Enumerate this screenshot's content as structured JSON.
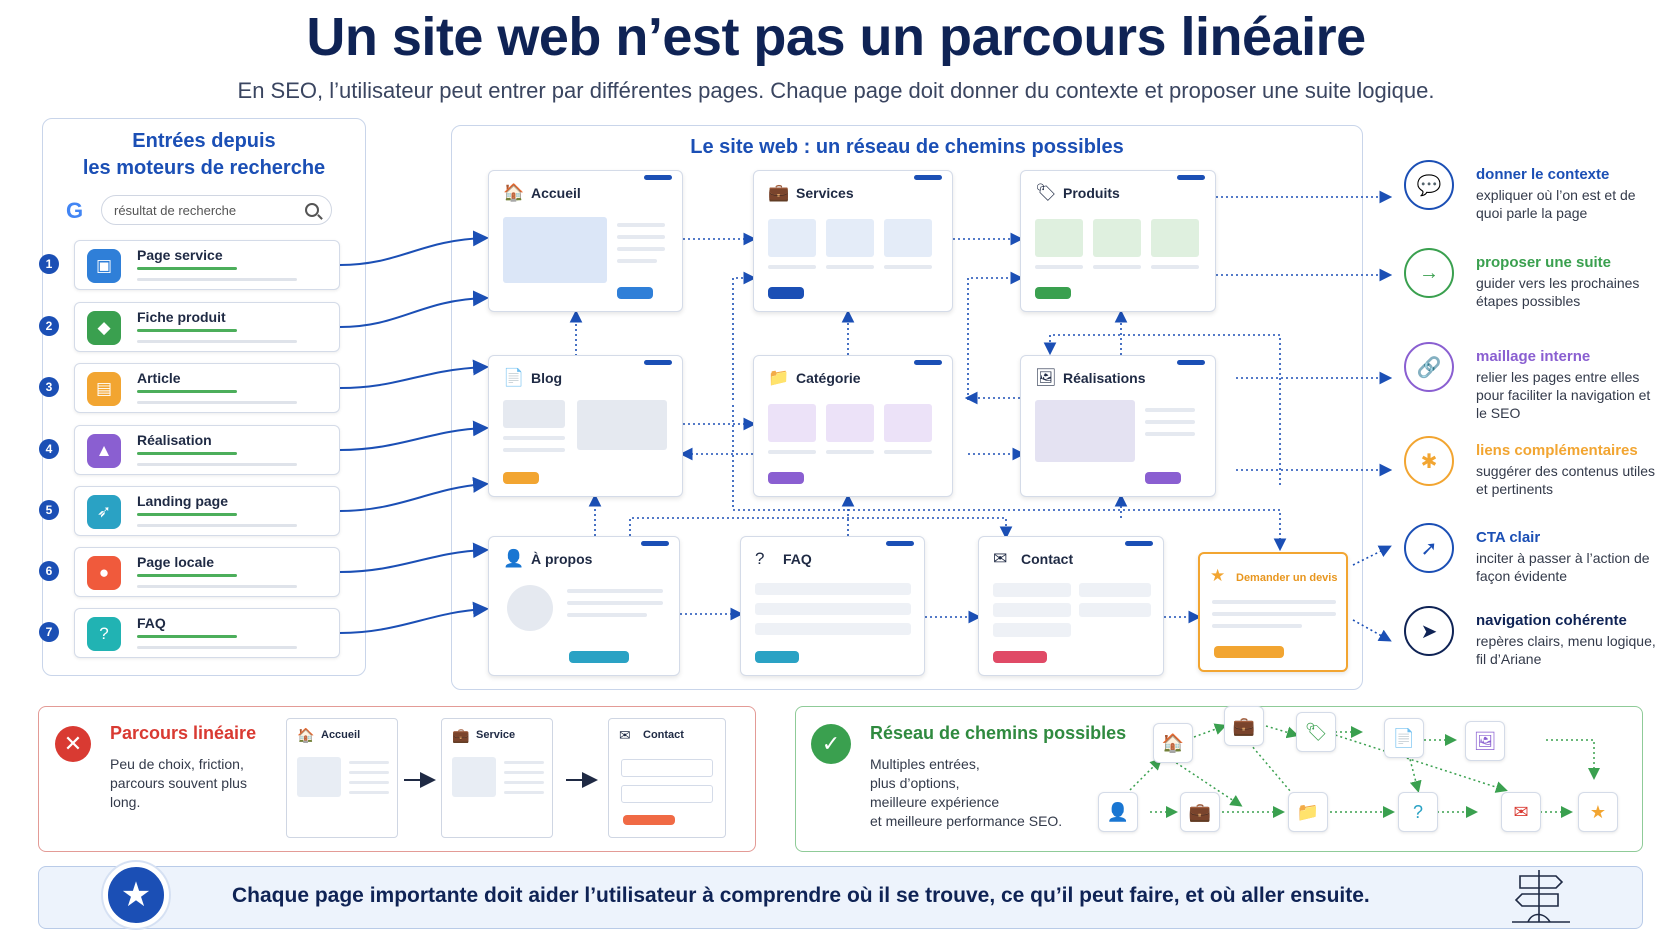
{
  "title": "Un site web n’est pas un parcours linéaire",
  "subtitle": "En SEO, l’utilisateur peut entrer par différentes pages. Chaque page doit donner du contexte et proposer une suite logique.",
  "left": {
    "heading_line1": "Entrées depuis",
    "heading_line2": "les moteurs de recherche",
    "search_logo": "G",
    "search_placeholder": "résultat de recherche",
    "entries": [
      {
        "num": "1",
        "label": "Page service",
        "icon": "briefcase-icon",
        "color": "#2f7fd8"
      },
      {
        "num": "2",
        "label": "Fiche produit",
        "icon": "tag-icon",
        "color": "#3aa04f"
      },
      {
        "num": "3",
        "label": "Article",
        "icon": "document-icon",
        "color": "#f2a531"
      },
      {
        "num": "4",
        "label": "Réalisation",
        "icon": "image-icon",
        "color": "#8a5fd1"
      },
      {
        "num": "5",
        "label": "Landing page",
        "icon": "rocket-icon",
        "color": "#2aa2c4"
      },
      {
        "num": "6",
        "label": "Page locale",
        "icon": "map-pin-icon",
        "color": "#f05a3c"
      },
      {
        "num": "7",
        "label": "FAQ",
        "icon": "question-icon",
        "color": "#21b3b3"
      }
    ]
  },
  "network": {
    "heading": "Le site web : un réseau de chemins possibles",
    "cards": {
      "accueil": "Accueil",
      "services": "Services",
      "produits": "Produits",
      "blog": "Blog",
      "categorie": "Catégorie",
      "realisations": "Réalisations",
      "apropos": "À propos",
      "faq": "FAQ",
      "contact": "Contact",
      "devis": "Demander un devis"
    }
  },
  "legend": [
    {
      "title": "donner le contexte",
      "desc": "expliquer où l’on est et de quoi parle la page",
      "icon": "chat-icon",
      "color": "#1b4fb5"
    },
    {
      "title": "proposer une suite",
      "desc": "guider vers les prochaines étapes possibles",
      "icon": "arrow-right-icon",
      "color": "#3aa04f"
    },
    {
      "title": "maillage interne",
      "desc": "relier les pages entre elles pour faciliter la navigation et le SEO",
      "icon": "link-icon",
      "color": "#8a5fd1"
    },
    {
      "title": "liens complémentaires",
      "desc": "suggérer des contenus utiles et pertinents",
      "icon": "network-icon",
      "color": "#f2a531"
    },
    {
      "title": "CTA clair",
      "desc": "inciter à passer à l’action de façon évidente",
      "icon": "cursor-click-icon",
      "color": "#1b4fb5"
    },
    {
      "title": "navigation cohérente",
      "desc": "repères clairs, menu logique, fil d’Ariane",
      "icon": "compass-icon",
      "color": "#0f2355"
    }
  ],
  "linear": {
    "title": "Parcours linéaire",
    "desc": "Peu de choix, friction, parcours souvent plus long.",
    "steps": [
      "Accueil",
      "Service",
      "Contact"
    ],
    "color": "#d93a32"
  },
  "network_box": {
    "title": "Réseau de chemins possibles",
    "desc_l1": "Multiples entrées,",
    "desc_l2": "plus d’options,",
    "desc_l3": "meilleure expérience",
    "desc_l4": "et meilleure performance SEO.",
    "color": "#3aa04f"
  },
  "banner": {
    "text": "Chaque page importante doit aider l’utilisateur à comprendre où il se trouve, ce qu’il peut faire, et où aller ensuite."
  },
  "colors": {
    "primary": "#1b4fb5",
    "navy": "#0f2355",
    "orange": "#f2a531",
    "green": "#3aa04f",
    "red": "#d93a32",
    "purple": "#8a5fd1"
  }
}
